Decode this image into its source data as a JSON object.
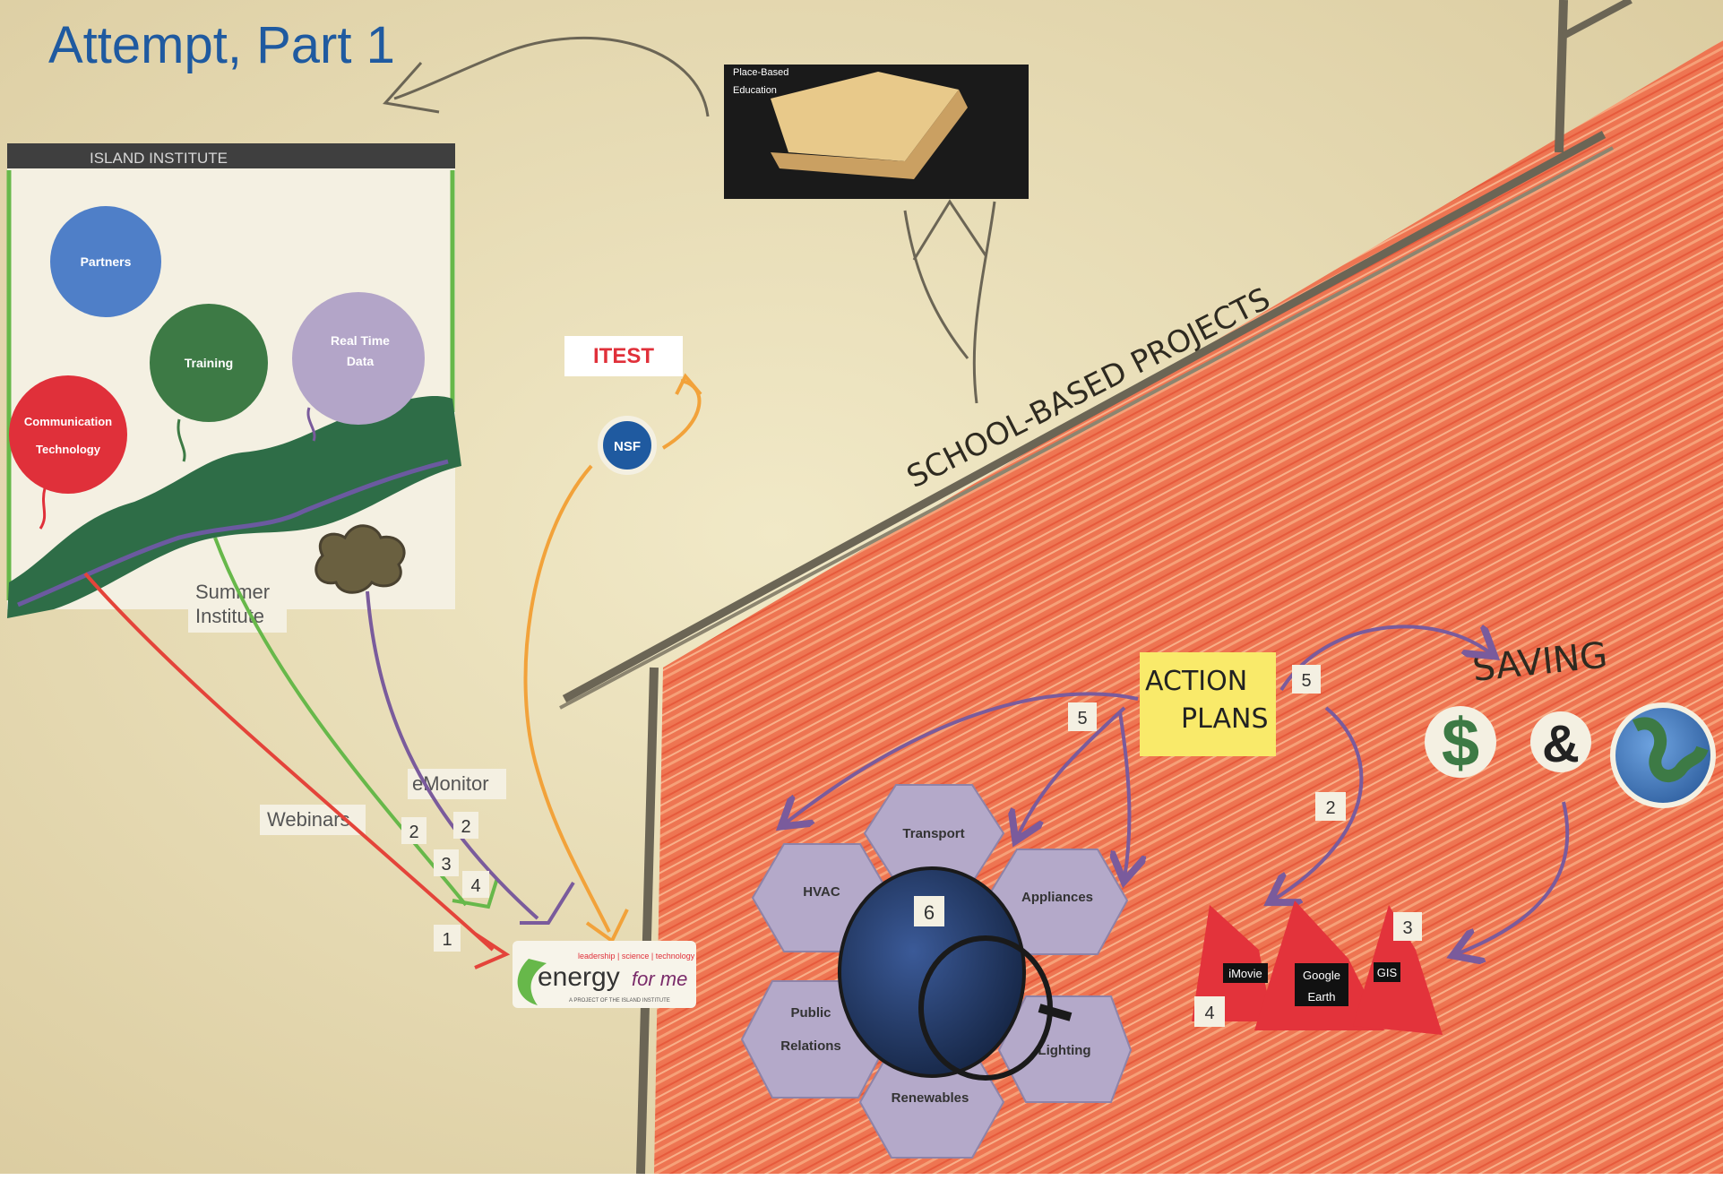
{
  "title": "Attempt, Part 1",
  "institute_banner": "ISLAND INSTITUTE",
  "circles": {
    "partners": "Partners",
    "training": "Training",
    "realtime_line1": "Real Time",
    "realtime_line2": "Data",
    "comm_line1": "Communication",
    "comm_line2": "Technology"
  },
  "book_label_line1": "Place-Based",
  "book_label_line2": "Education",
  "itest_logo": "ITEST",
  "nsf_logo": "NSF",
  "labels": {
    "summer_line1": "Summer",
    "summer_line2": "Institute",
    "webinars": "Webinars",
    "emonitor": "eMonitor"
  },
  "numbers": {
    "webinars_2": "2",
    "emonitor_2": "2",
    "n3": "3",
    "n4": "4",
    "n1": "1",
    "action_5a": "5",
    "action_5b": "5",
    "saving_2": "2",
    "globe_6": "6",
    "tools_3": "3",
    "tools_4": "4"
  },
  "energy_logo": {
    "tagline": "leadership | science | technology",
    "main": "energy",
    "for_me": "for me",
    "footer": "A PROJECT OF THE ISLAND INSTITUTE"
  },
  "school_based": "SCHOOL-BASED PROJECTS",
  "action_plans_line1": "ACTION",
  "action_plans_line2": "PLANS",
  "saving": "SAVING",
  "dollar": "$",
  "ampersand": "&",
  "hexagons": {
    "transport": "Transport",
    "hvac": "HVAC",
    "appliances": "Appliances",
    "public_line1": "Public",
    "public_line2": "Relations",
    "lighting": "Lighting",
    "renewables": "Renewables"
  },
  "tools": {
    "imovie": "iMovie",
    "google_line1": "Google",
    "google_line2": "Earth",
    "gis": "GIS"
  },
  "colors": {
    "paper": "#efe6c2",
    "roof_fill": "#ef7a55",
    "title_blue": "#1f5aa0",
    "partners_blue": "#4f7fc8",
    "training_green": "#3d7a45",
    "realtime_purple": "#b3a5c8",
    "comm_red": "#e0303a",
    "hexagon_purple": "#b4a9c9",
    "triangle_red": "#e3333b",
    "arrow_red": "#e4443a",
    "arrow_green": "#67b84a",
    "arrow_purple": "#7a5b9c",
    "arrow_orange": "#f2a23a"
  }
}
